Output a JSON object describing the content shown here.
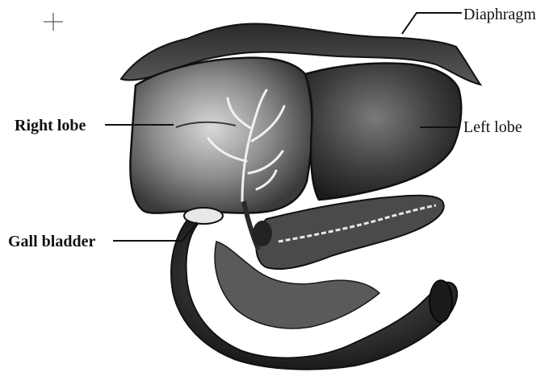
{
  "labels": {
    "diaphragm": "Diaphragm",
    "right_lobe": "Right lobe",
    "left_lobe": "Left lobe",
    "gall_bladder": "Gall bladder"
  },
  "colors": {
    "ink": "#111111",
    "dark_tissue": "#2a2a2a",
    "mid_tissue": "#6d6d6d",
    "light_tissue": "#bdbdbd",
    "background": "#ffffff"
  }
}
